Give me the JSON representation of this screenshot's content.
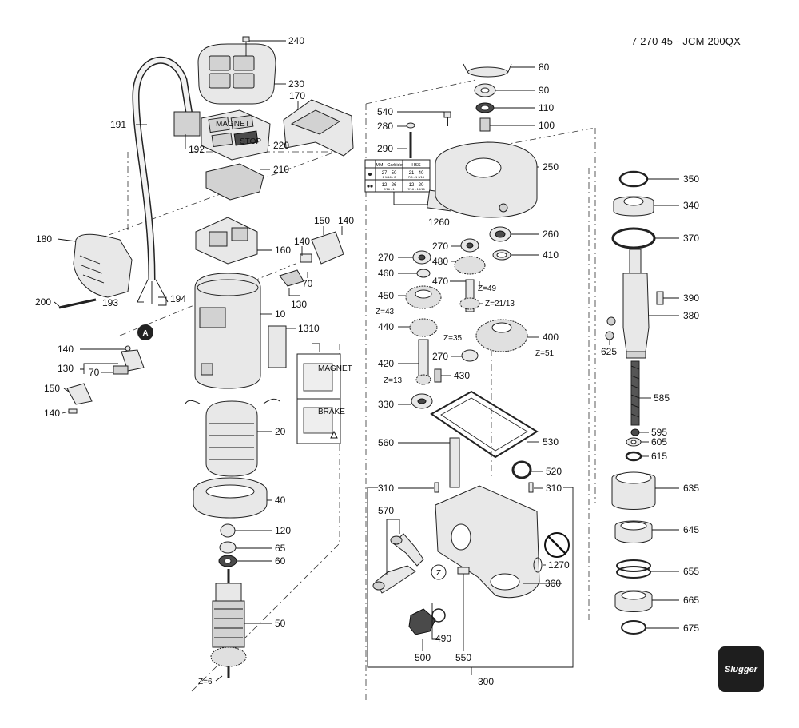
{
  "document": {
    "title": "7 270 45 - JCM 200QX",
    "brand": "Slugger"
  },
  "callouts": {
    "c240": "240",
    "c230": "230",
    "c170": "170",
    "c191": "191",
    "c192": "192",
    "c220": "220",
    "c210": "210",
    "c180": "180",
    "c160": "160",
    "c150a": "150",
    "c140a": "140",
    "c140b": "140",
    "c70a": "70",
    "c130a": "130",
    "c200": "200",
    "c193": "193",
    "c194": "194",
    "markerA": "A",
    "c10": "10",
    "c1310": "1310",
    "c140c": "140",
    "c130b": "130",
    "c70b": "70",
    "c150b": "150",
    "c140d": "140",
    "c20": "20",
    "c40": "40",
    "c120": "120",
    "c65": "65",
    "c60": "60",
    "c50": "50",
    "z6": "Z=6",
    "c540": "540",
    "c280": "280",
    "c290": "290",
    "c1260": "1260",
    "c80": "80",
    "c90": "90",
    "c110": "110",
    "c100": "100",
    "c250": "250",
    "c260": "260",
    "c270a": "270",
    "c410": "410",
    "c270b": "270",
    "c480": "480",
    "c460": "460",
    "c470": "470",
    "z49": "Z=49",
    "c450": "450",
    "z2113": "Z=21/13",
    "z43": "Z=43",
    "c440": "440",
    "z35": "Z=35",
    "c400": "400",
    "z51": "Z=51",
    "c420": "420",
    "c270c": "270",
    "c430": "430",
    "z13": "Z=13",
    "c330": "330",
    "c560": "560",
    "c530": "530",
    "c520": "520",
    "c310a": "310",
    "c310b": "310",
    "c570": "570",
    "markerZ": "Z",
    "c1270": "1270",
    "c360": "360",
    "c490": "490",
    "c500": "500",
    "c550": "550",
    "c300": "300",
    "c350": "350",
    "c340": "340",
    "c370": "370",
    "c390": "390",
    "c380": "380",
    "c625": "625",
    "c585": "585",
    "c595": "595",
    "c605": "605",
    "c615": "615",
    "c635": "635",
    "c645": "645",
    "c655": "655",
    "c665": "665",
    "c675": "675"
  },
  "speed_table": {
    "h1": "MM - Carbide",
    "h2": "HSS",
    "r1c1": "27 - 50",
    "r1c1b": "1 1/16 - 2",
    "r1c2": "21 - 40",
    "r1c2b": "7/8 - 1 9/16",
    "r2c1": "12 - 26",
    "r2c1b": "7/16 - 1",
    "r2c2": "12 - 20",
    "r2c2b": "7/16 - 13/16"
  },
  "panel_labels": {
    "magnet": "MAGNET",
    "stop": "STOP",
    "label_a": "MAGNET",
    "label_b": "BRAKE"
  }
}
